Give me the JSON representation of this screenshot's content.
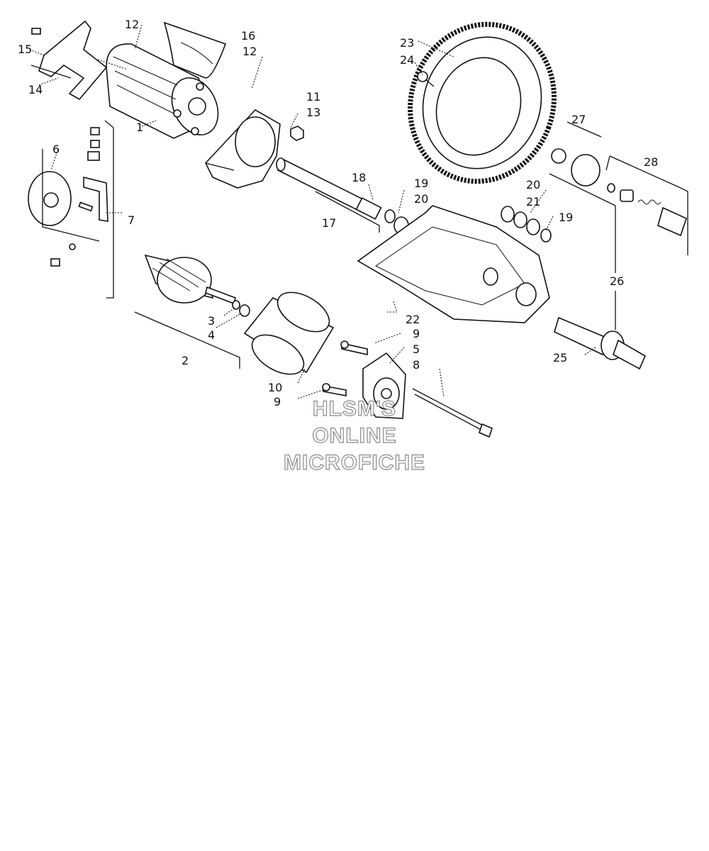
{
  "callouts": [
    "1",
    "2",
    "3",
    "4",
    "5",
    "6",
    "7",
    "8",
    "9",
    "9",
    "10",
    "11",
    "12",
    "12",
    "13",
    "14",
    "15",
    "16",
    "17",
    "18",
    "19",
    "19",
    "20",
    "20",
    "21",
    "22",
    "23",
    "24",
    "25",
    "26",
    "27",
    "28"
  ],
  "watermark": {
    "line1": "HLSM'S",
    "line2": "ONLINE",
    "line3": "MICROFICHE"
  }
}
